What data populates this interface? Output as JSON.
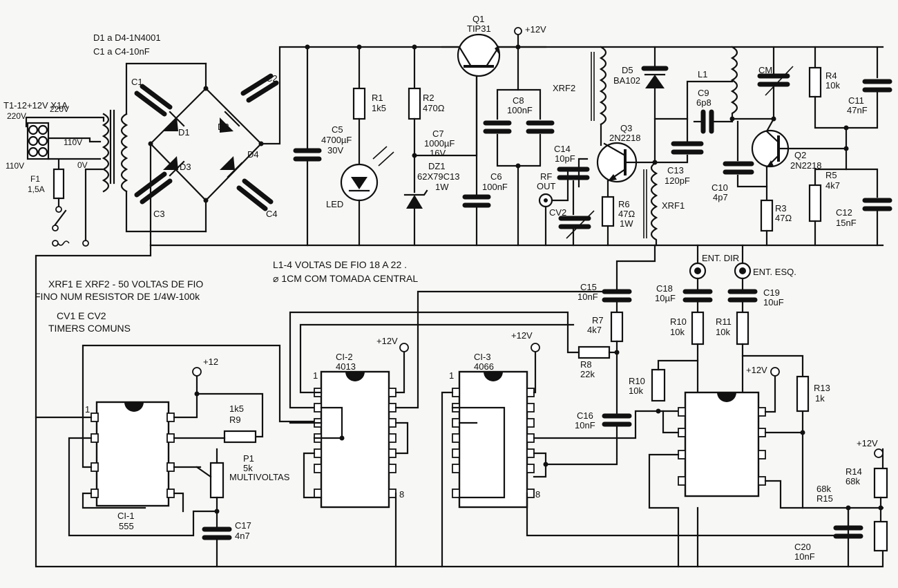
{
  "notes": {
    "diodes": "D1 a D4-1N4001",
    "caps": "C1 a C4-10nF",
    "transformer": "T1-12+12V X1A",
    "coil": [
      "L1-4 VOLTAS DE FIO 18 A 22 .",
      "⌀ 1CM COM TOMADA CENTRAL"
    ],
    "rfc": [
      "XRF1  E  XRF2 - 50 VOLTAS DE FIO",
      "FINO NUM RESISTOR DE 1/4W-100k"
    ],
    "trimmers": [
      "CV1 E CV2",
      "TIMERS COMUNS"
    ]
  },
  "mains": {
    "v220": "220V",
    "v220b": "220V",
    "v110": "110V",
    "v110b": "110V",
    "v0": "0V",
    "f1": "F1",
    "f1v": "1,5A"
  },
  "supply": {
    "vcc": "+12V",
    "vcc2": "+12V",
    "vcc3": "+12V",
    "vcc4": "+12V",
    "vcc5": "+12",
    "vcc6": "+12V"
  },
  "bridge": {
    "c1": "C1",
    "c2": "C2",
    "c3": "C3",
    "c4": "C4",
    "d1": "D1",
    "d2": "D2",
    "d3": "D3",
    "d4": "D4"
  },
  "parts": {
    "c5": "C5",
    "c5v": "4700µF",
    "c5v2": "30V",
    "r1": "R1",
    "r1v": "1k5",
    "r2": "R2",
    "r2v": "470Ω",
    "led": "LED",
    "c7": "C7",
    "c7v": "1000µF",
    "c7v2": "16V",
    "dz1": "DZ1",
    "dz1v": "62X79C13",
    "dz1v2": "1W",
    "q1": "Q1",
    "q1v": "TIP31",
    "c8": "C8",
    "c8v": "100nF",
    "c6": "C6",
    "c6v": "100nF",
    "rfout": "RF",
    "rfout2": "OUT",
    "xrf2": "XRF2",
    "xrf1": "XRF1",
    "d5": "D5",
    "d5v": "BA102",
    "c14": "C14",
    "c14v": "10pF",
    "q3": "Q3",
    "q3v": "2N2218",
    "cv2": "CV2",
    "r6": "R6",
    "r6v": "47Ω",
    "r6v2": "1W",
    "c13": "C13",
    "c13v": "120pF",
    "l1": "L1",
    "c9": "C9",
    "c9v": "6p8",
    "cm": "CM",
    "c10": "C10",
    "c10v": "4p7",
    "q2": "Q2",
    "q2v": "2N2218",
    "r3": "R3",
    "r3v": "47Ω",
    "r4": "R4",
    "r4v": "10k",
    "c11": "C11",
    "c11v": "47nF",
    "r5": "R5",
    "r5v": "4k7",
    "c12": "C12",
    "c12v": "15nF",
    "entdir": "ENT. DIR",
    "entesq": "ENT. ESQ.",
    "c15": "C15",
    "c15v": "10nF",
    "c18": "C18",
    "c18v": "10µF",
    "c19": "C19",
    "c19v": "10uF",
    "r7": "R7",
    "r7v": "4k7",
    "r8": "R8",
    "r8v": "22k",
    "r10a": "R10",
    "r10av": "10k",
    "r11": "R11",
    "r11v": "10k",
    "r10b": "R10",
    "r10bv": "10k",
    "c16": "C16",
    "c16v": "10nF",
    "r13": "R13",
    "r13v": "1k",
    "r14": "R14",
    "r14v": "68k",
    "r15": "R15",
    "r15v": "68k",
    "c20": "C20",
    "c20v": "10nF",
    "r9": "R9",
    "r9v": "1k5",
    "p1": "P1",
    "p1v": "5k",
    "p1v2": "MULTIVOLTAS",
    "c17": "C17",
    "c17v": "4n7"
  },
  "ics": {
    "ci1": "CI-1",
    "ci1v": "555",
    "ci2": "CI-2",
    "ci2v": "4013",
    "ci3": "CI-3",
    "ci3v": "4066",
    "pin1": "1",
    "pin8": "8"
  }
}
